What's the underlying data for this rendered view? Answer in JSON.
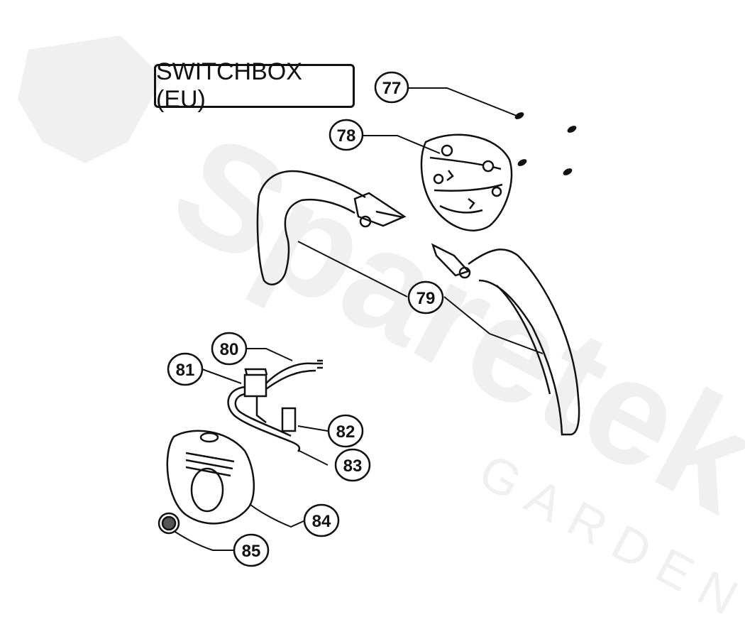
{
  "title": "SWITCHBOX (EU)",
  "watermark": {
    "brand": "Sparetek",
    "sub": "GARDEN"
  },
  "callouts": [
    {
      "id": "77",
      "label": "77"
    },
    {
      "id": "78",
      "label": "78"
    },
    {
      "id": "79",
      "label": "79"
    },
    {
      "id": "80",
      "label": "80"
    },
    {
      "id": "81",
      "label": "81"
    },
    {
      "id": "82",
      "label": "82"
    },
    {
      "id": "83",
      "label": "83"
    },
    {
      "id": "84",
      "label": "84"
    },
    {
      "id": "85",
      "label": "85"
    }
  ]
}
